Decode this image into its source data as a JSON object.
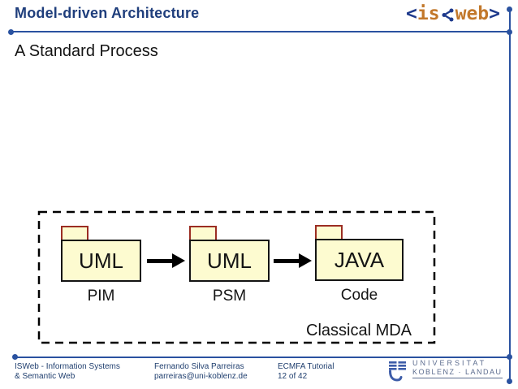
{
  "header": {
    "title": "Model-driven Architecture",
    "logo": {
      "open": "<",
      "is": "is",
      "web": "web",
      "close": ">"
    }
  },
  "slide": {
    "title": "A Standard Process"
  },
  "diagram": {
    "nodes": [
      {
        "box": "UML",
        "label": "PIM"
      },
      {
        "box": "UML",
        "label": "PSM"
      },
      {
        "box": "JAVA",
        "label": "Code"
      }
    ],
    "caption": "Classical MDA"
  },
  "footer": {
    "org": {
      "line1": "ISWeb - Information Systems",
      "line2": "& Semantic Web"
    },
    "author": {
      "line1": "Fernando Silva Parreiras",
      "line2": "parreiras@uni-koblenz.de"
    },
    "event": {
      "line1": "ECMFA Tutorial",
      "line2": "12 of 42"
    },
    "university": {
      "line1": "UNIVERSITAT",
      "line2": "KOBLENZ · LANDAU"
    }
  },
  "colors": {
    "accent_blue": "#2A52A0",
    "header_text": "#1F3E7C",
    "logo_orange": "#C2782B",
    "logo_blue": "#1E3A8C",
    "package_fill": "#FDFBD0",
    "package_tab_border": "#9B2D23",
    "package_body_border": "#141414",
    "university_gray_blue": "#5C6C8E"
  }
}
